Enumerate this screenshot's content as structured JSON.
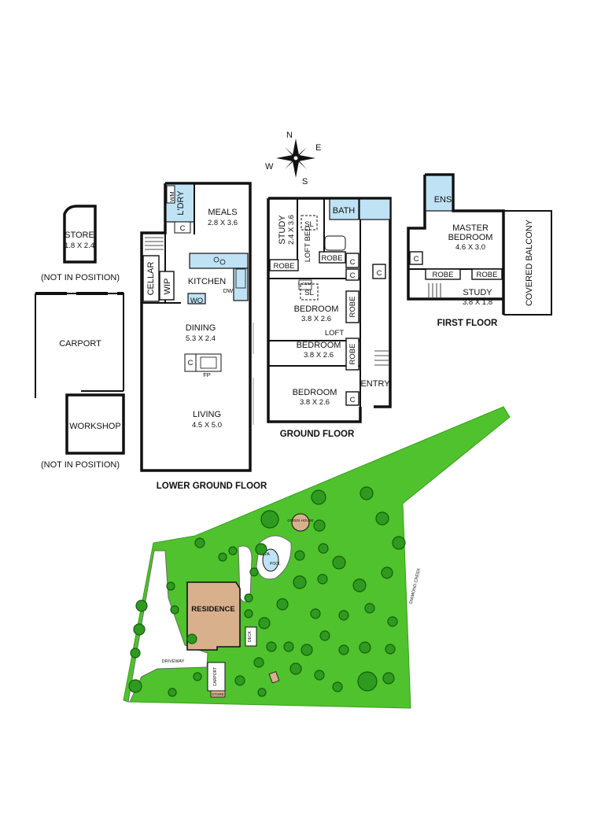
{
  "compass": {
    "n": "N",
    "e": "E",
    "s": "S",
    "w": "W"
  },
  "outbuildings": {
    "store": {
      "name": "STORE",
      "size": "1.8 X 2.4"
    },
    "store_note": "(NOT IN POSITION)",
    "carport": "CARPORT",
    "workshop": "WORKSHOP",
    "workshop_note": "(NOT IN POSITION)"
  },
  "lower_ground": {
    "title": "LOWER GROUND FLOOR",
    "wm": "WM",
    "c": "C",
    "laundry": "L'DRY",
    "meals": {
      "name": "MEALS",
      "size": "2.8 X 3.6"
    },
    "cellar": "CELLAR",
    "wip": "WIP",
    "kitchen": "KITCHEN",
    "dw": "DW",
    "wo": "WO",
    "dining": {
      "name": "DINING",
      "size": "5.3 X 2.4"
    },
    "fp": "FP",
    "living": {
      "name": "LIVING",
      "size": "4.5 X 5.0"
    }
  },
  "ground": {
    "title": "GROUND FLOOR",
    "study": {
      "name": "STUDY",
      "size": "2.4 X 3.6"
    },
    "sl": "SL",
    "loft_bed": "LOFT BED",
    "bath": "BATH",
    "robe": "ROBE",
    "c": "C",
    "ladder": "LADDER",
    "bedroom1": {
      "name": "BEDROOM",
      "size": "3.8 X 2.6"
    },
    "loft": "LOFT",
    "bedroom2": {
      "name": "BEDROOM",
      "size": "3.8 X 2.6"
    },
    "bedroom3": {
      "name": "BEDROOM",
      "size": "3.8 X 2.6"
    },
    "entry": "ENTRY"
  },
  "first": {
    "title": "FIRST FLOOR",
    "ens": "ENS",
    "master": {
      "name": "MASTER",
      "name2": "BEDROOM",
      "size": "4.6 X 3.0"
    },
    "c": "C",
    "robe": "ROBE",
    "study": {
      "name": "STUDY",
      "size": "3.8 X 1.8"
    },
    "balcony": "COVERED BALCONY"
  },
  "site": {
    "residence": "RESIDENCE",
    "green_house": "GREEN HOUSE",
    "pool": "POOL",
    "spa": "SPA",
    "deck": "DECK",
    "driveway": "DRIVEWAY",
    "carport": "CARPORT",
    "store": "STORE",
    "creek": "DIAMOND CREEK"
  },
  "colors": {
    "lawn": "#4fc22d",
    "tree": "#2e9a1f",
    "residence": "#d9b08c",
    "wet_area": "#bfe3f5"
  }
}
